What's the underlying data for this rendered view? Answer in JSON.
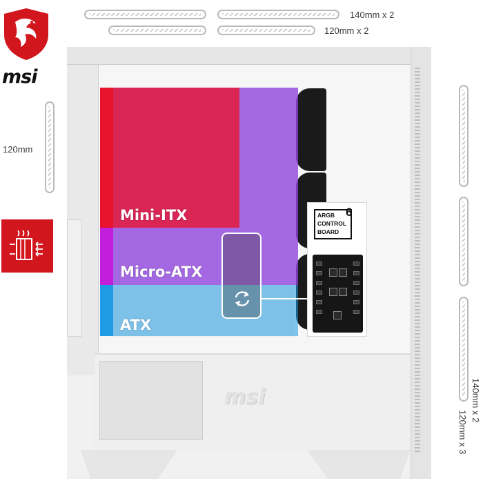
{
  "brand": {
    "name": "msi",
    "logo_color": "#d2161e"
  },
  "dimensions": {
    "top": [
      "140mm x 2",
      "120mm x 2"
    ],
    "front": [
      "140mm x 2",
      "120mm x 3"
    ],
    "rear": "120mm"
  },
  "form_factors": [
    {
      "label": "Mini-ITX",
      "color": "#e8132d"
    },
    {
      "label": "Micro-ATX",
      "color": "#c21fdd"
    },
    {
      "label": "ATX",
      "color": "#1f9be3"
    }
  ],
  "argb_board": {
    "lines": [
      "ARGB",
      "CONTROL",
      "BOARD"
    ],
    "count": "6"
  },
  "icons": {
    "airflow": "airflow-icon",
    "rotate": "rotate-icon"
  }
}
